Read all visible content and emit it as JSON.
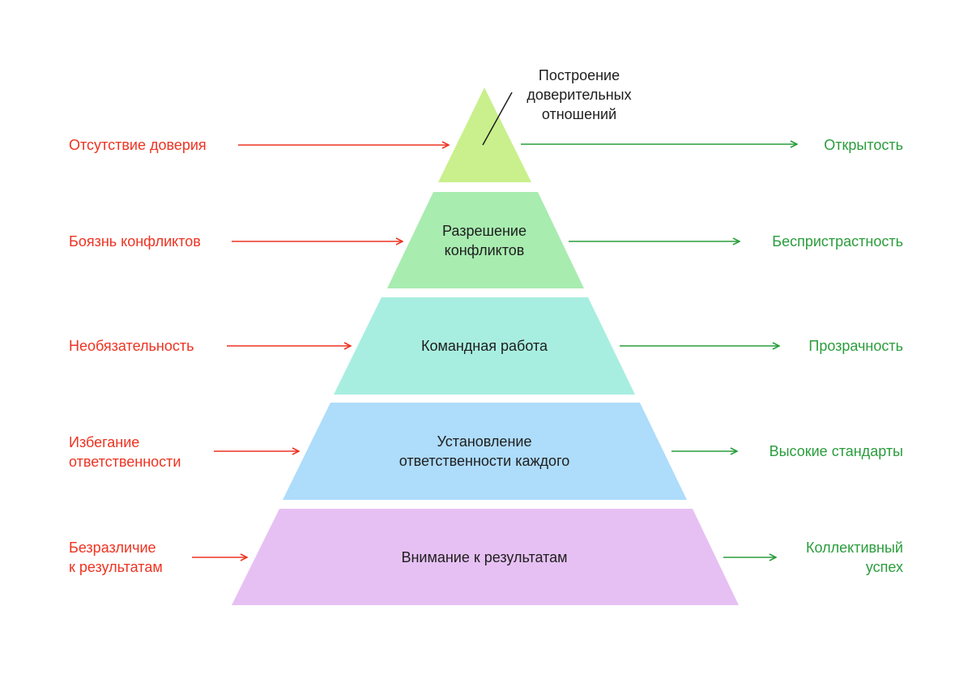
{
  "colors": {
    "negative": "#ee3322",
    "positive": "#2a9d3c",
    "tier1": "#c9f08c",
    "tier2": "#a8ecb0",
    "tier3": "#a8eee0",
    "tier4": "#aedcfb",
    "tier5": "#e6c0f3"
  },
  "pyramid": {
    "tiers": [
      {
        "label": "Построение\nдоверительных\nотношений",
        "negative": "Отсутствие доверия",
        "positive": "Открытость"
      },
      {
        "label": "Разрешение\nконфликтов",
        "negative": "Боязнь конфликтов",
        "positive": "Беспристрастность"
      },
      {
        "label": "Командная работа",
        "negative": "Необязательность",
        "positive": "Прозрачность"
      },
      {
        "label": "Установление\nответственности каждого",
        "negative": "Избегание\nответственности",
        "positive": "Высокие стандарты"
      },
      {
        "label": "Внимание к результатам",
        "negative": "Безразличие\nк результатам",
        "positive": "Коллективный\nуспех"
      }
    ]
  }
}
